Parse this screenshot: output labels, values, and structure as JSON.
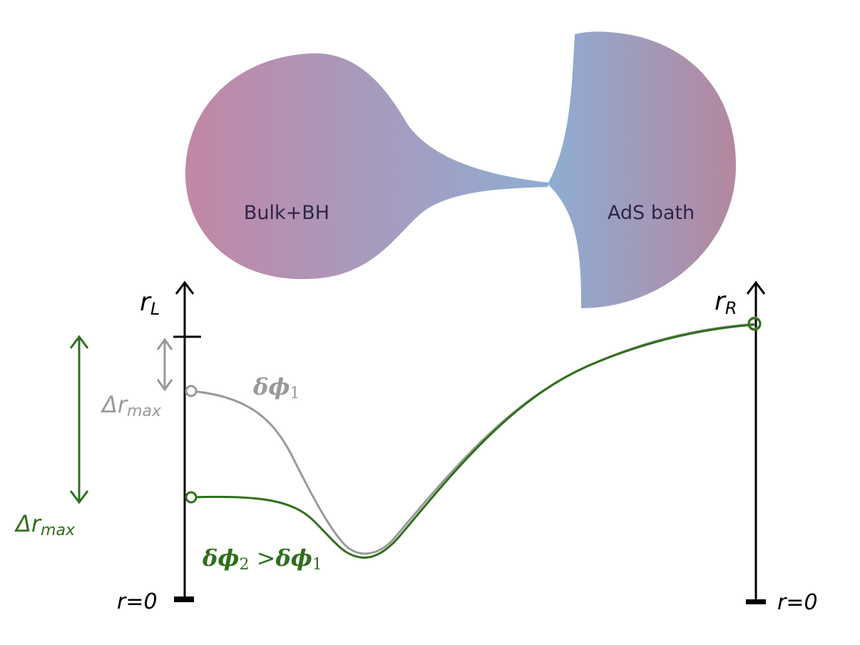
{
  "regions": {
    "left_label": "Bulk+BH",
    "right_label": "AdS bath"
  },
  "axes": {
    "left": {
      "label": "r",
      "subscript": "L",
      "zero_label": "r=0"
    },
    "right": {
      "label": "r",
      "subscript": "R",
      "zero_label": "r=0"
    }
  },
  "deltas": {
    "gray": {
      "text": "Δr",
      "subscript": "max"
    },
    "green": {
      "text": "Δr",
      "subscript": "max"
    }
  },
  "curves": {
    "gray": {
      "text": "δϕ",
      "subscript": "1"
    },
    "green": {
      "text": "δϕ",
      "subscript_a": "2",
      "relation": " >",
      "text_b": "δϕ",
      "subscript_b": "1"
    }
  },
  "colors": {
    "gray": "#999999",
    "green": "#2f6f1c",
    "pink": "#c287a6",
    "blue": "#8eadd3",
    "axis": "#000000"
  }
}
